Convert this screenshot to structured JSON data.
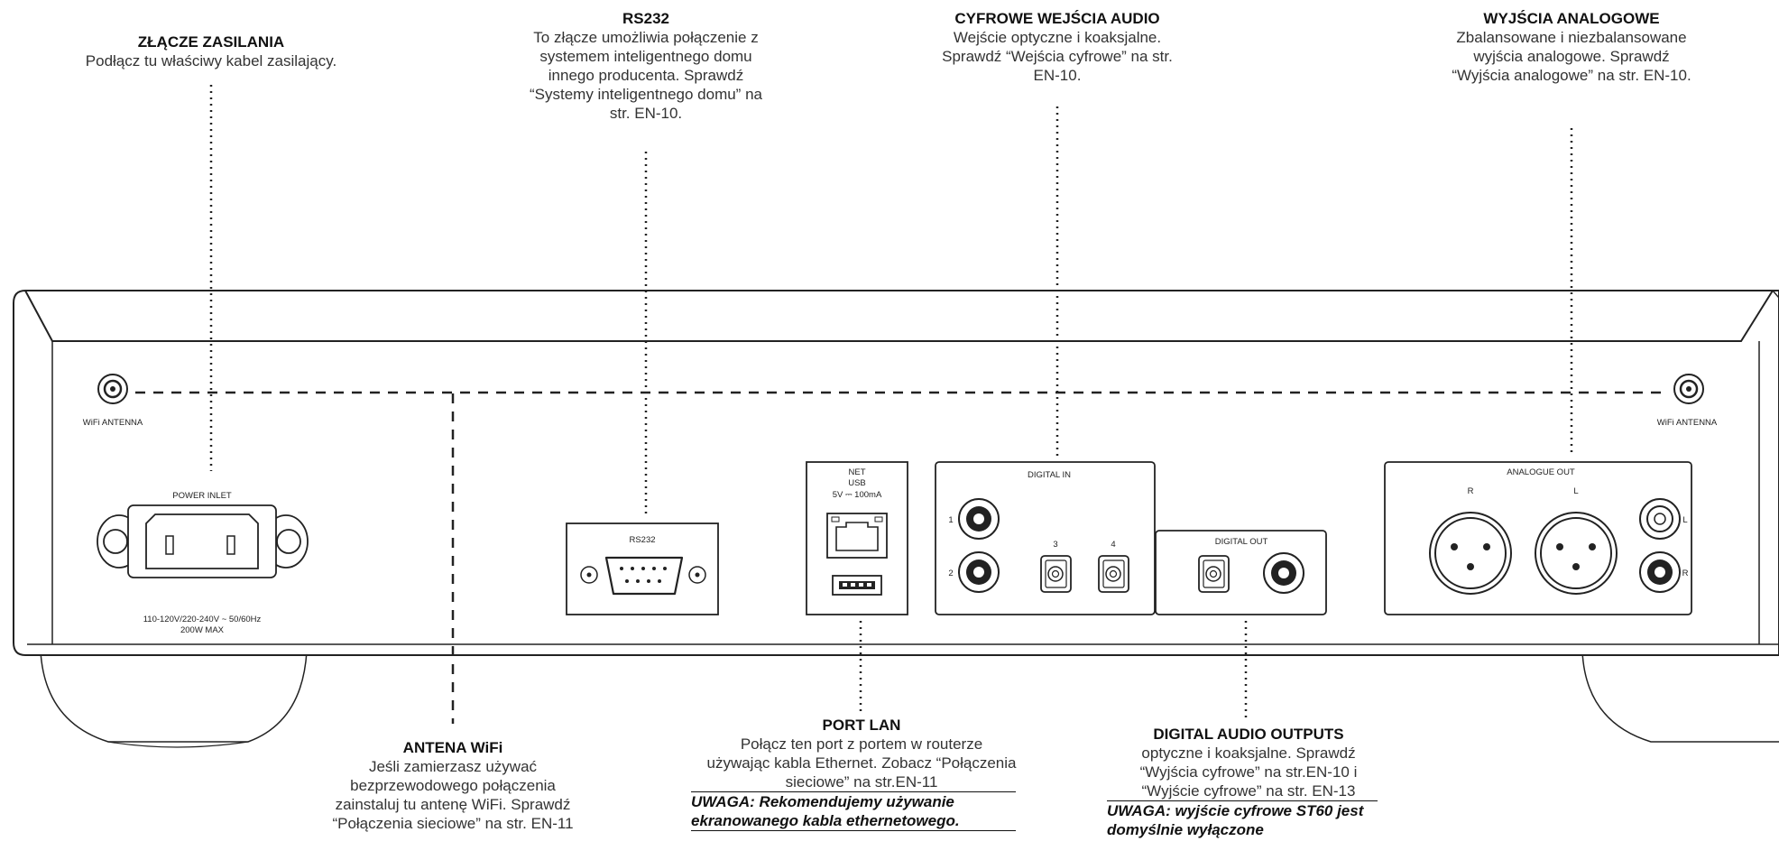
{
  "callouts": {
    "power": {
      "title": "ZŁĄCZE ZASILANIA",
      "lines": [
        "Podłącz tu właściwy kabel zasilający."
      ]
    },
    "rs232": {
      "title": "RS232",
      "lines": [
        "To złącze umożliwia połączenie z",
        "systemem inteligentnego domu",
        "innego producenta. Sprawdź",
        "“Systemy inteligentnego domu” na",
        "str. EN-10."
      ]
    },
    "digital_in": {
      "title": "CYFROWE WEJŚCIA AUDIO",
      "lines": [
        "Wejście optyczne i koaksjalne.",
        "Sprawdź “Wejścia cyfrowe” na str.",
        "EN-10."
      ]
    },
    "analog_out": {
      "title": "WYJŚCIA ANALOGOWE",
      "lines": [
        "Zbalansowane i niezbalansowane",
        "wyjścia analogowe. Sprawdź",
        "“Wyjścia analogowe” na str. EN-10."
      ]
    },
    "wifi": {
      "title": "ANTENA WiFi",
      "lines": [
        "Jeśli zamierzasz używać",
        "bezprzewodowego połączenia",
        "zainstaluj tu antenę WiFi. Sprawdź",
        "“Połączenia sieciowe” na str. EN-11"
      ]
    },
    "lan": {
      "title": "PORT LAN",
      "lines": [
        "Połącz ten port z portem w routerze",
        "używając kabla Ethernet. Zobacz “Połączenia",
        "sieciowe” na str.EN-11"
      ],
      "note": [
        "UWAGA: Rekomendujemy używanie",
        "ekranowanego kabla ethernetowego."
      ]
    },
    "digital_out": {
      "title": "DIGITAL AUDIO OUTPUTS",
      "lines": [
        "optyczne i koaksjalne. Sprawdź",
        "“Wyjścia cyfrowe” na str.EN-10 i",
        "“Wyjście cyfrowe” na str. EN-13"
      ],
      "note": [
        "UWAGA: wyjście cyfrowe ST60 jest",
        "domyślnie wyłączone"
      ]
    }
  },
  "panel_labels": {
    "wifi_antenna_left": "WiFi ANTENNA",
    "wifi_antenna_right": "WiFi ANTENNA",
    "power_inlet": "POWER INLET",
    "power_spec_1": "110-120V/220-240V ~ 50/60Hz",
    "power_spec_2": "200W MAX",
    "rs232": "RS232",
    "net": "NET",
    "usb": "USB",
    "usb_spec": "5V ⎓ 100mA",
    "digital_in": "DIGITAL IN",
    "digital_in_1": "1",
    "digital_in_2": "2",
    "digital_in_3": "3",
    "digital_in_4": "4",
    "digital_out": "DIGITAL OUT",
    "analogue_out": "ANALOGUE OUT",
    "xlr_r": "R",
    "xlr_l": "L",
    "rca_l": "L",
    "rca_r": "R"
  }
}
